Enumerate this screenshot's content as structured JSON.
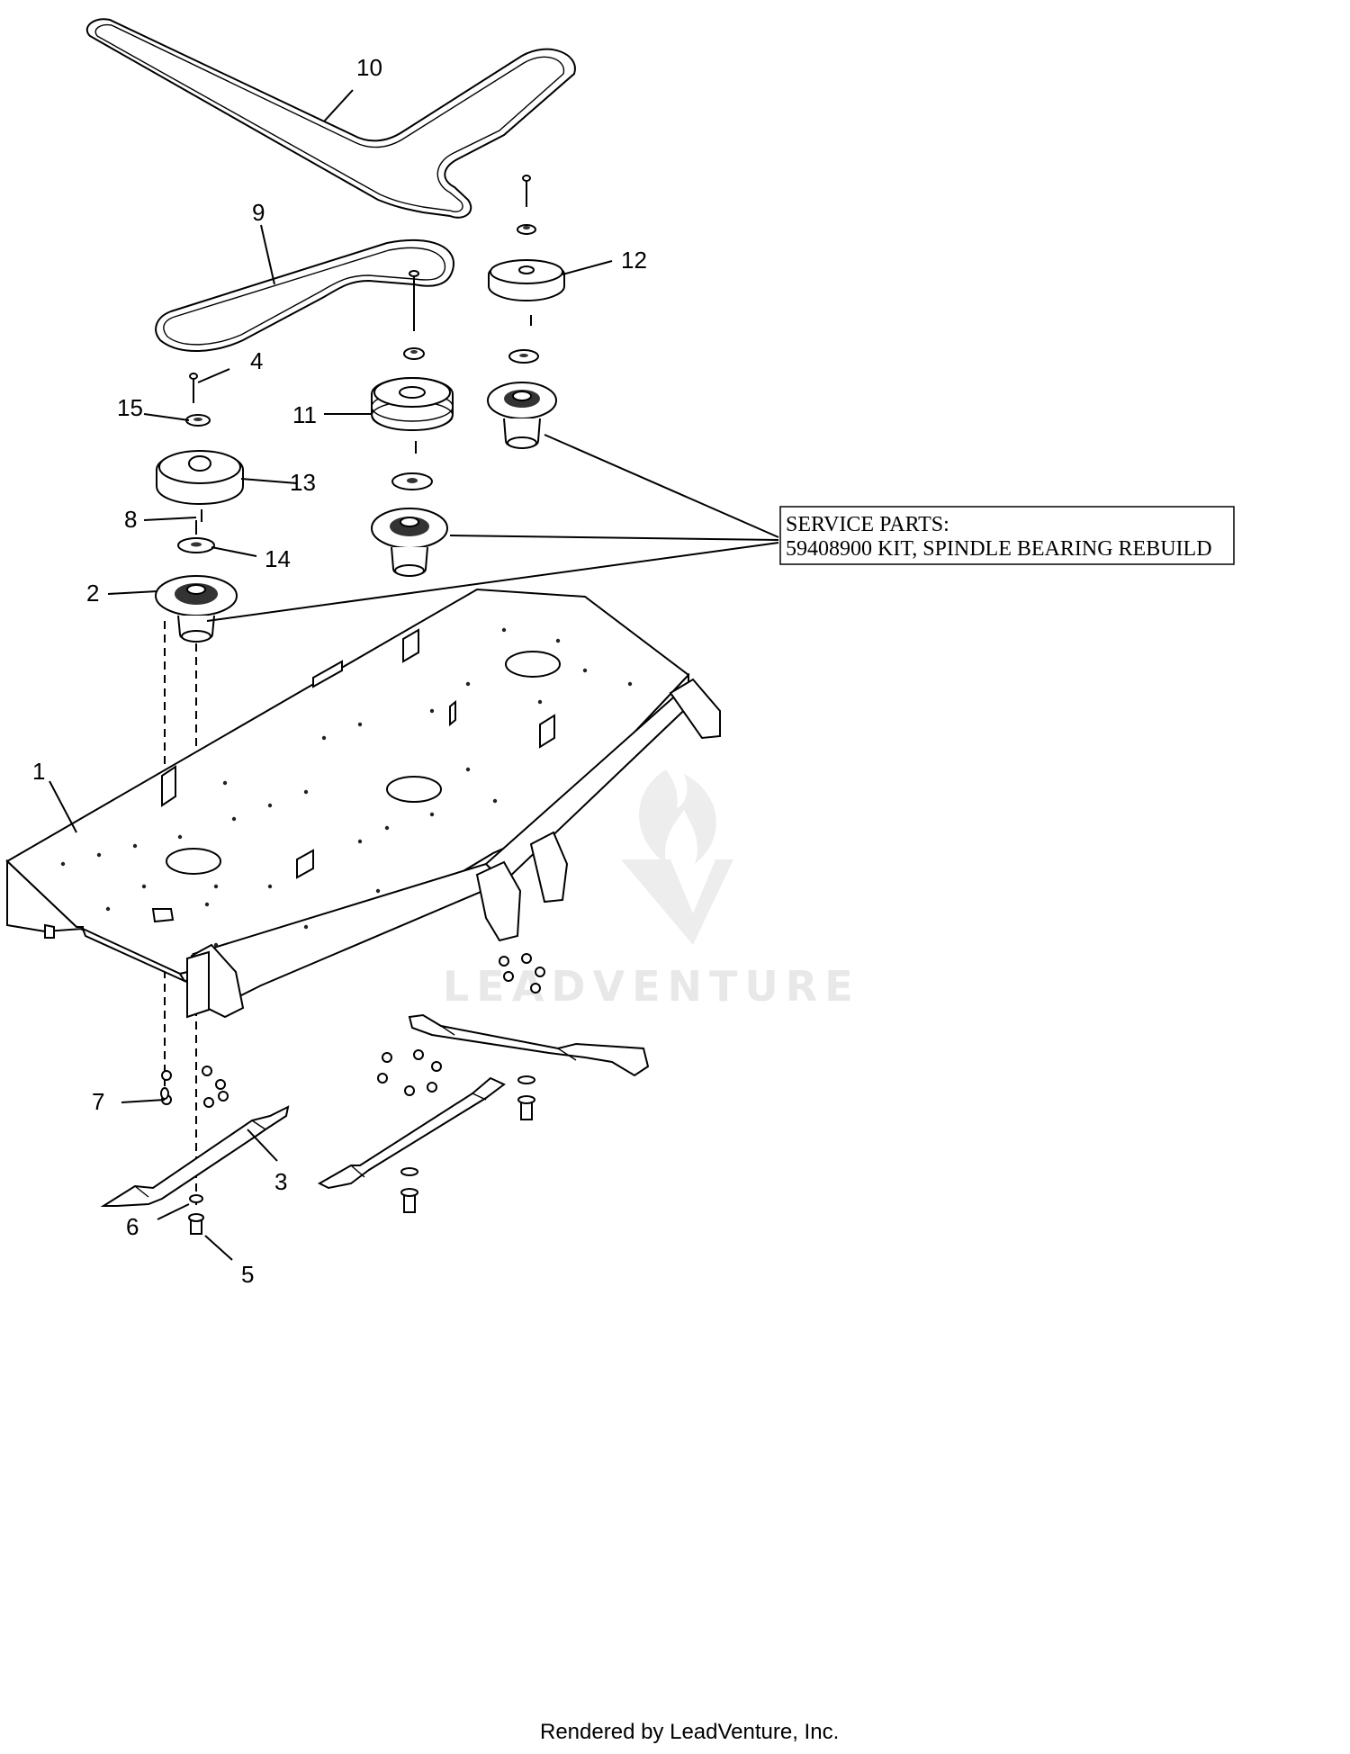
{
  "callouts": [
    {
      "id": "1",
      "label": "1"
    },
    {
      "id": "2",
      "label": "2"
    },
    {
      "id": "3",
      "label": "3"
    },
    {
      "id": "4",
      "label": "4"
    },
    {
      "id": "5",
      "label": "5"
    },
    {
      "id": "6",
      "label": "6"
    },
    {
      "id": "7",
      "label": "7"
    },
    {
      "id": "8",
      "label": "8"
    },
    {
      "id": "9",
      "label": "9"
    },
    {
      "id": "10",
      "label": "10"
    },
    {
      "id": "11",
      "label": "11"
    },
    {
      "id": "12",
      "label": "12"
    },
    {
      "id": "13",
      "label": "13"
    },
    {
      "id": "14",
      "label": "14"
    },
    {
      "id": "15",
      "label": "15"
    }
  ],
  "service_box": {
    "line1": "SERVICE PARTS:",
    "line2": "59408900 KIT, SPINDLE BEARING REBUILD"
  },
  "watermark": "LEADVENTURE",
  "footer": "Rendered by LeadVenture, Inc.",
  "colors": {
    "line": "#000000",
    "watermark": "#e6e6e6",
    "background": "#ffffff"
  }
}
